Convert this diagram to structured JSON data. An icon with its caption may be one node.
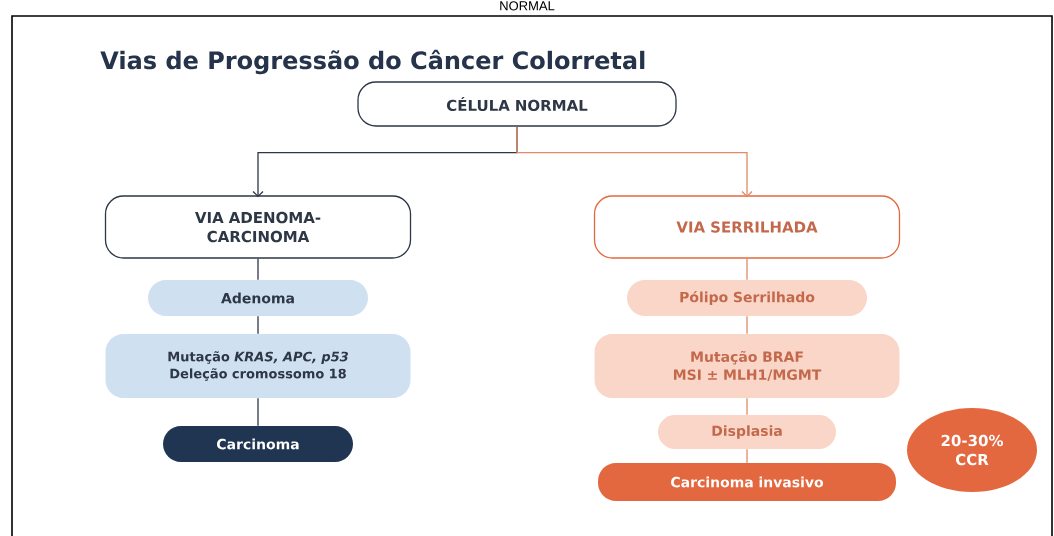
{
  "diagram": {
    "title": "Vias de Progressão do Câncer Colorretal",
    "nodes": [
      {
        "text": [
          "CÉLULA NORMAL"
        ]
      },
      {
        "text": [
          "VIA ADENOMA-CARCINOMA"
        ]
      },
      {
        "text": [
          "Adenoma"
        ]
      },
      {
        "text": [
          "Mutação *KRAS, APC, p53*",
          "Deleção cromossomo 18"
        ]
      },
      {
        "text": [
          "Carcinoma"
        ]
      },
      {
        "text": [
          "VIA SERRILHADA"
        ]
      },
      {
        "text": [
          "Pólipo Serrilhado"
        ]
      },
      {
        "text": [
          "Mutação BRAF",
          "MSI ± MLH1/MGMT"
        ]
      },
      {
        "text": [
          "Displasia"
        ]
      },
      {
        "text": [
          "Carcinoma invasivo"
        ]
      },
      {
        "text": [
          "20-30% CCR"
        ]
      }
    ],
    "edges": [
      {
        "from": 0,
        "to": 1,
        "arrow": "to",
        "color": "#2d3746"
      },
      {
        "from": 0,
        "to": 5,
        "arrow": "to",
        "color": "#e08a66"
      },
      {
        "from": 1,
        "to": 2,
        "arrow": "none",
        "color": "#2d3746"
      },
      {
        "from": 2,
        "to": 3,
        "arrow": "none",
        "color": "#2d3746"
      },
      {
        "from": 3,
        "to": 4,
        "arrow": "none",
        "color": "#2d3746"
      },
      {
        "from": 5,
        "to": 6,
        "arrow": "none",
        "color": "#e08a66"
      },
      {
        "from": 6,
        "to": 7,
        "arrow": "none",
        "color": "#e08a66"
      },
      {
        "from": 7,
        "to": 8,
        "arrow": "none",
        "color": "#e08a66"
      },
      {
        "from": 8,
        "to": 9,
        "arrow": "none",
        "color": "#e08a66"
      }
    ],
    "labels": [
      "NORMAL"
    ]
  }
}
